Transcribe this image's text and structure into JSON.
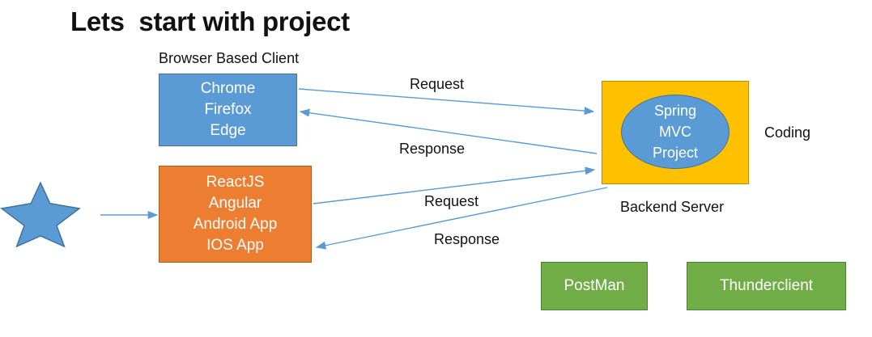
{
  "title": "Lets  start with project",
  "browser_client": {
    "heading": "Browser Based Client",
    "items": [
      "Chrome",
      "Firefox",
      "Edge"
    ]
  },
  "other_clients": {
    "items": [
      "ReactJS",
      "Angular",
      "Android App",
      "IOS App"
    ]
  },
  "server": {
    "items": [
      "Spring",
      "MVC",
      "Project"
    ],
    "side_label": "Coding",
    "caption": "Backend Server"
  },
  "arrows": {
    "browser_request": "Request",
    "browser_response": "Response",
    "app_request": "Request",
    "app_response": "Response"
  },
  "tools": {
    "postman": "PostMan",
    "thunderclient": "Thunderclient"
  },
  "colors": {
    "blue": "#5b9bd5",
    "orange": "#ed7d31",
    "gold": "#ffc000",
    "green": "#70ad47",
    "arrow": "#5b9bd5"
  },
  "icons": {
    "user": "star-icon"
  }
}
